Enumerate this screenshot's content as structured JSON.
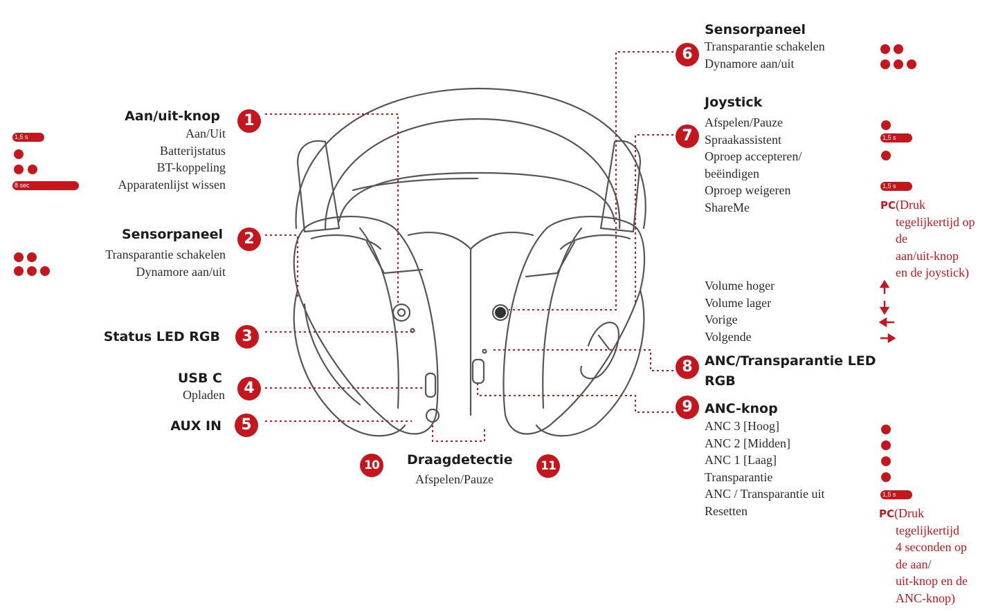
{
  "colors": {
    "accent": "#c4161c",
    "text": "#2a2a2a",
    "outline": "#555555"
  },
  "icons": [
    "arrow-up-icon",
    "arrow-down-icon",
    "arrow-left-icon",
    "arrow-right-icon",
    "dot-indicator-icon",
    "long-press-pill-icon"
  ],
  "callouts": {
    "c1": {
      "number": "1",
      "title": "Aan/uit-knop",
      "lines": [
        "Aan/Uit",
        "Batterijstatus",
        "BT-koppeling",
        "Apparatenlijst wissen"
      ],
      "pill_short": "1,5 s",
      "pill_long": "8 sec"
    },
    "c2": {
      "number": "2",
      "title": "Sensorpaneel",
      "lines": [
        "Transparantie schakelen",
        "Dynamore aan/uit"
      ]
    },
    "c3": {
      "number": "3",
      "title": "Status LED RGB"
    },
    "c4": {
      "number": "4",
      "title": "USB C",
      "lines": [
        "Opladen"
      ]
    },
    "c5": {
      "number": "5",
      "title": "AUX IN"
    },
    "c6": {
      "number": "6",
      "title": "Sensorpaneel",
      "lines": [
        "Transparantie schakelen",
        "Dynamore aan/uit"
      ]
    },
    "c7": {
      "number": "7",
      "title": "Joystick",
      "lines": [
        "Afspelen/Pauze",
        "Spraakassistent",
        "Oproep accepteren/",
        "beëindigen",
        "Oproep weigeren",
        "ShareMe"
      ],
      "pill_a": "1,5 s",
      "pill_b": "1,5 s",
      "pc": "PC",
      "note": [
        "(Druk",
        "tegelijkertijd op",
        "de",
        "aan/uit-knop",
        "en de joystick)"
      ],
      "volume_lines": [
        "Volume hoger",
        "Volume lager",
        "Vorige",
        "Volgende"
      ]
    },
    "c8": {
      "number": "8",
      "title_lines": [
        "ANC/Transparantie LED",
        "RGB"
      ]
    },
    "c9": {
      "number": "9",
      "title": "ANC-knop",
      "lines": [
        "ANC 3 [Hoog]",
        "ANC 2 [Midden]",
        "ANC 1 [Laag]",
        "Transparantie",
        "ANC / Transparantie uit",
        "Resetten"
      ],
      "pill": "1,5 s",
      "pc": "PC",
      "note": [
        "(Druk",
        "tegelijkertijd",
        "4 seconden op",
        "de aan/",
        "uit-knop en de",
        "ANC-knop)"
      ]
    },
    "c10": {
      "number": "10"
    },
    "c11": {
      "number": "11"
    },
    "wear": {
      "title": "Draagdetectie",
      "line": "Afspelen/Pauze"
    }
  }
}
